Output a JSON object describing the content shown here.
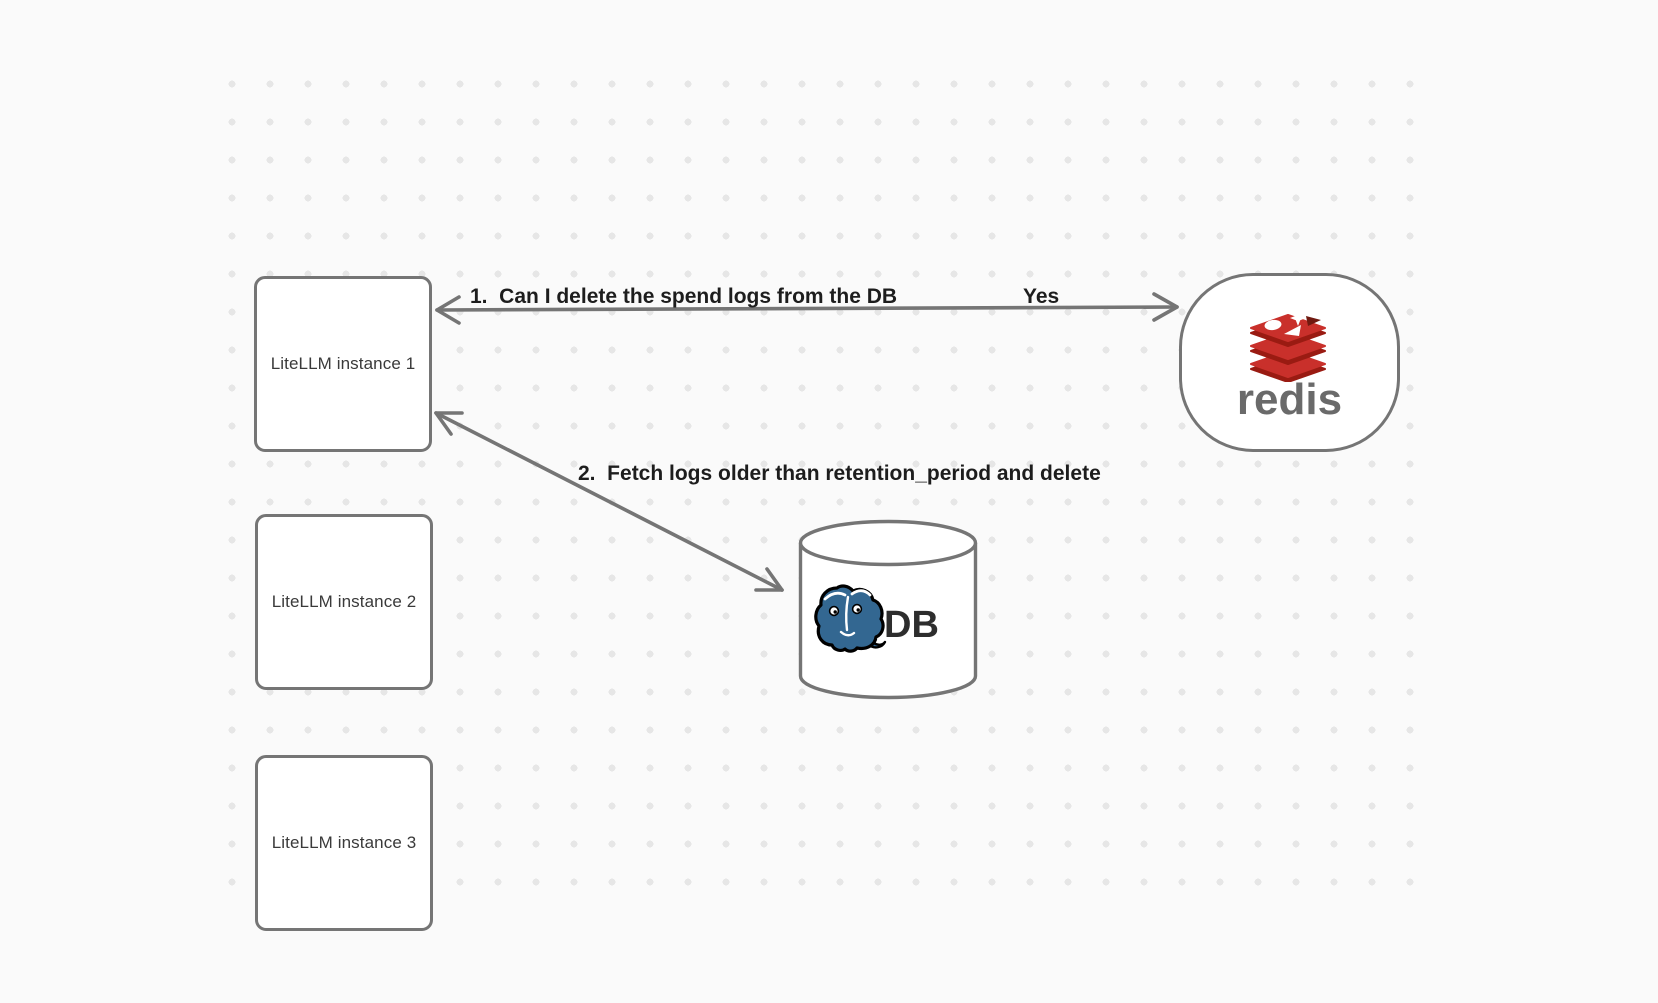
{
  "app": {
    "type": "whiteboard-architecture-diagram"
  },
  "colors": {
    "background": "#fafafa",
    "grid_dot": "#e6e6e6",
    "shape_stroke": "#757575",
    "annotation_text": "#1d1d1d",
    "node_text": "#3a3a3a",
    "redis_red": "#c9302b",
    "redis_dark_red": "#9a1b12",
    "redis_notch": "#701910",
    "redis_wordmark": "#6a6a6a",
    "postgres_blue": "#336791",
    "db_text": "#2d2d2d"
  },
  "nodes": {
    "instance1": {
      "label": "LiteLLM instance 1"
    },
    "instance2": {
      "label": "LiteLLM instance 2"
    },
    "instance3": {
      "label": "LiteLLM instance 3"
    },
    "redis": {
      "label": "redis"
    },
    "db": {
      "label": "DB"
    }
  },
  "annotations": {
    "arrow1_label": "1.  Can I delete the spend logs from the DB",
    "arrow1_response": "Yes",
    "arrow2_label": "2.  Fetch logs older than retention_period and delete"
  }
}
